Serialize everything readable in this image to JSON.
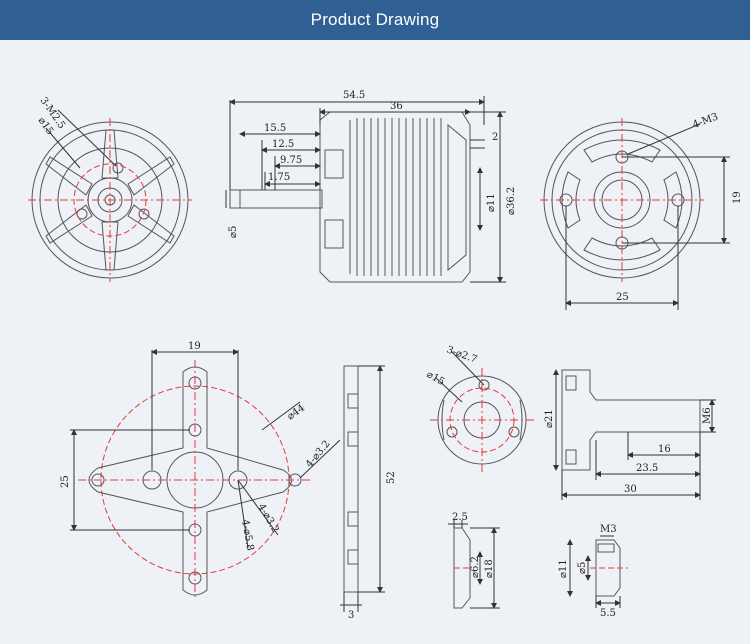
{
  "header": {
    "title": "Product Drawing"
  },
  "colors": {
    "header_bg": "#2f5f93",
    "page_bg": "#eef2f7",
    "line": "#555555",
    "center_line": "#e23b3b"
  },
  "front_view": {
    "holes_label": "3-M2.5",
    "pcd_label": "⌀15"
  },
  "side_view": {
    "overall_length": "54.5",
    "body_length": "36",
    "shaft_1": "15.5",
    "shaft_2": "12.5",
    "shaft_3": "9.75",
    "shaft_4": "1.75",
    "flange": "2",
    "bore": "⌀11",
    "body_dia": "⌀36.2",
    "shaft_dia": "⌀5"
  },
  "rear_view": {
    "holes_label": "4-M3",
    "vertical": "19",
    "horizontal": "25"
  },
  "mount_plate": {
    "width": "19",
    "height": "25",
    "circle": "⌀44",
    "holes_outer": "4-⌀3.2",
    "holes_inner": "4-⌀3.2",
    "holes_center": "4-⌀5.8"
  },
  "plate_side": {
    "length": "52",
    "thickness": "3"
  },
  "prop_adapter": {
    "holes_label": "3-⌀2.7",
    "pcd_label": "⌀15"
  },
  "prop_side": {
    "dia": "⌀21",
    "thread": "M6",
    "dim_1": "16",
    "dim_2": "23.5",
    "dim_3": "30"
  },
  "washer": {
    "thickness": "2.5",
    "inner": "⌀6.2",
    "outer": "⌀18"
  },
  "nut": {
    "thread": "M3",
    "outer": "⌀11",
    "inner": "⌀5",
    "length": "5.5"
  }
}
